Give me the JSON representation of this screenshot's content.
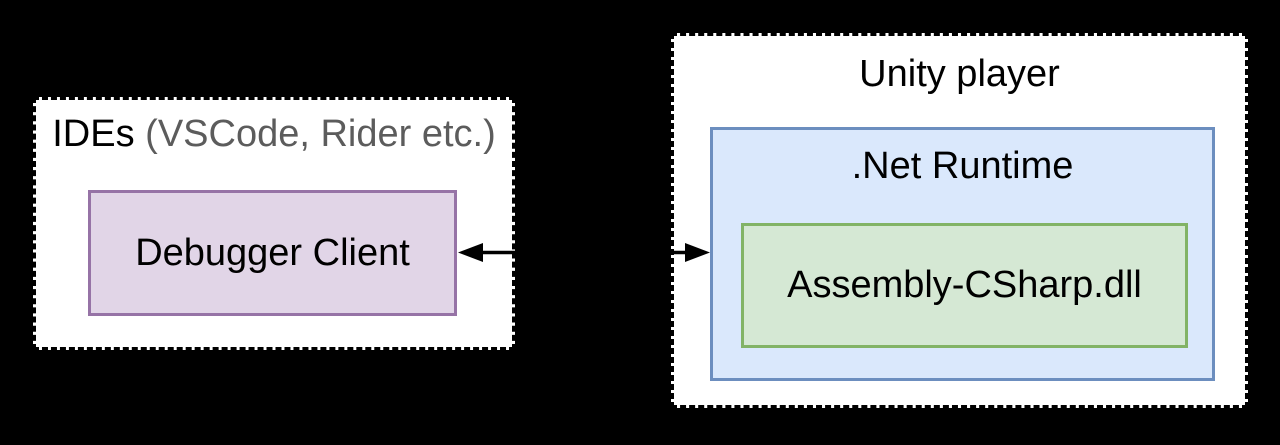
{
  "canvas": {
    "background_color": "#000000"
  },
  "diagram": {
    "ide_group": {
      "title_primary": "IDEs",
      "title_secondary": " (VSCode, Rider etc.)",
      "title_secondary_color": "#5c5c5c",
      "border_style": "dashed",
      "fill": "#ffffff",
      "debugger_box": {
        "label": "Debugger Client",
        "fill": "#e1d5e7",
        "border_color": "#9673a6"
      }
    },
    "unity_group": {
      "title": "Unity player",
      "border_style": "dashed",
      "fill": "#ffffff",
      "runtime_box": {
        "label": ".Net Runtime",
        "fill": "#dae8fc",
        "border_color": "#6c8ebf",
        "assembly_box": {
          "label": "Assembly-CSharp.dll",
          "fill": "#d5e8d4",
          "border_color": "#82b366"
        }
      }
    },
    "connector": {
      "type": "bidirectional-arrow",
      "color": "#000000",
      "from": "Debugger Client",
      "to": ".Net Runtime"
    }
  }
}
